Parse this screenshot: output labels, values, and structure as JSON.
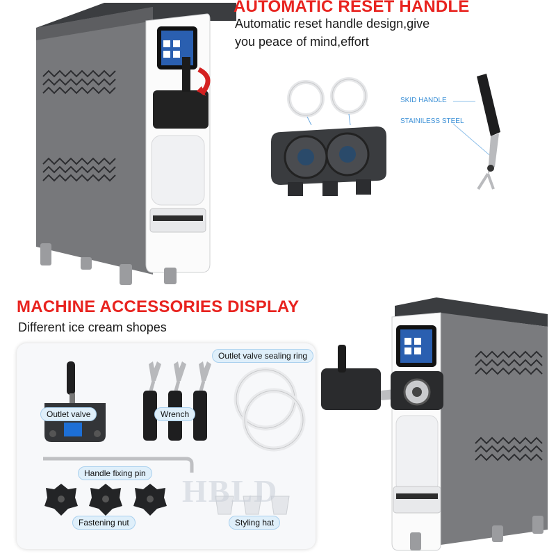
{
  "top": {
    "title": "AUTOMATIC RESET HANDLE",
    "subtitle_line1": "Automatic reset handle design,give",
    "subtitle_line2": "you peace of mind,effort",
    "skid_handle_label": "SKID HANDLE",
    "steel_label": "STAINILESS STEEL"
  },
  "bottom": {
    "title": "MACHINE ACCESSORIES DISPLAY",
    "subtitle": "Different ice cream shopes",
    "labels": {
      "outlet_valve": "Outlet valve",
      "wrench": "Wrench",
      "sealing_ring": "Outlet valve sealing ring",
      "fixing_pin": "Handle fixing pin",
      "fastening_nut": "Fastening nut",
      "styling_hat": "Styling hat"
    }
  },
  "watermark": "HBLD",
  "colors": {
    "title_red": "#e8231f",
    "label_blue": "#3a8fd6",
    "pill_bg": "#dfeffa",
    "machine_grey": "#6e6f72"
  }
}
